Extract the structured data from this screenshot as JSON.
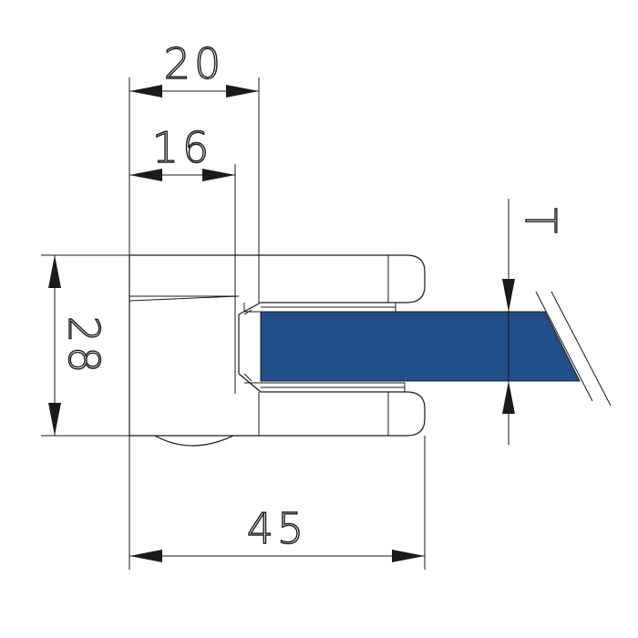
{
  "dimensions": {
    "top_width": "20",
    "inner_depth": "16",
    "height": "28",
    "total_length": "45",
    "thickness": "T"
  },
  "colors": {
    "glass": "#1f4f86",
    "line": "#1a1a1a"
  }
}
